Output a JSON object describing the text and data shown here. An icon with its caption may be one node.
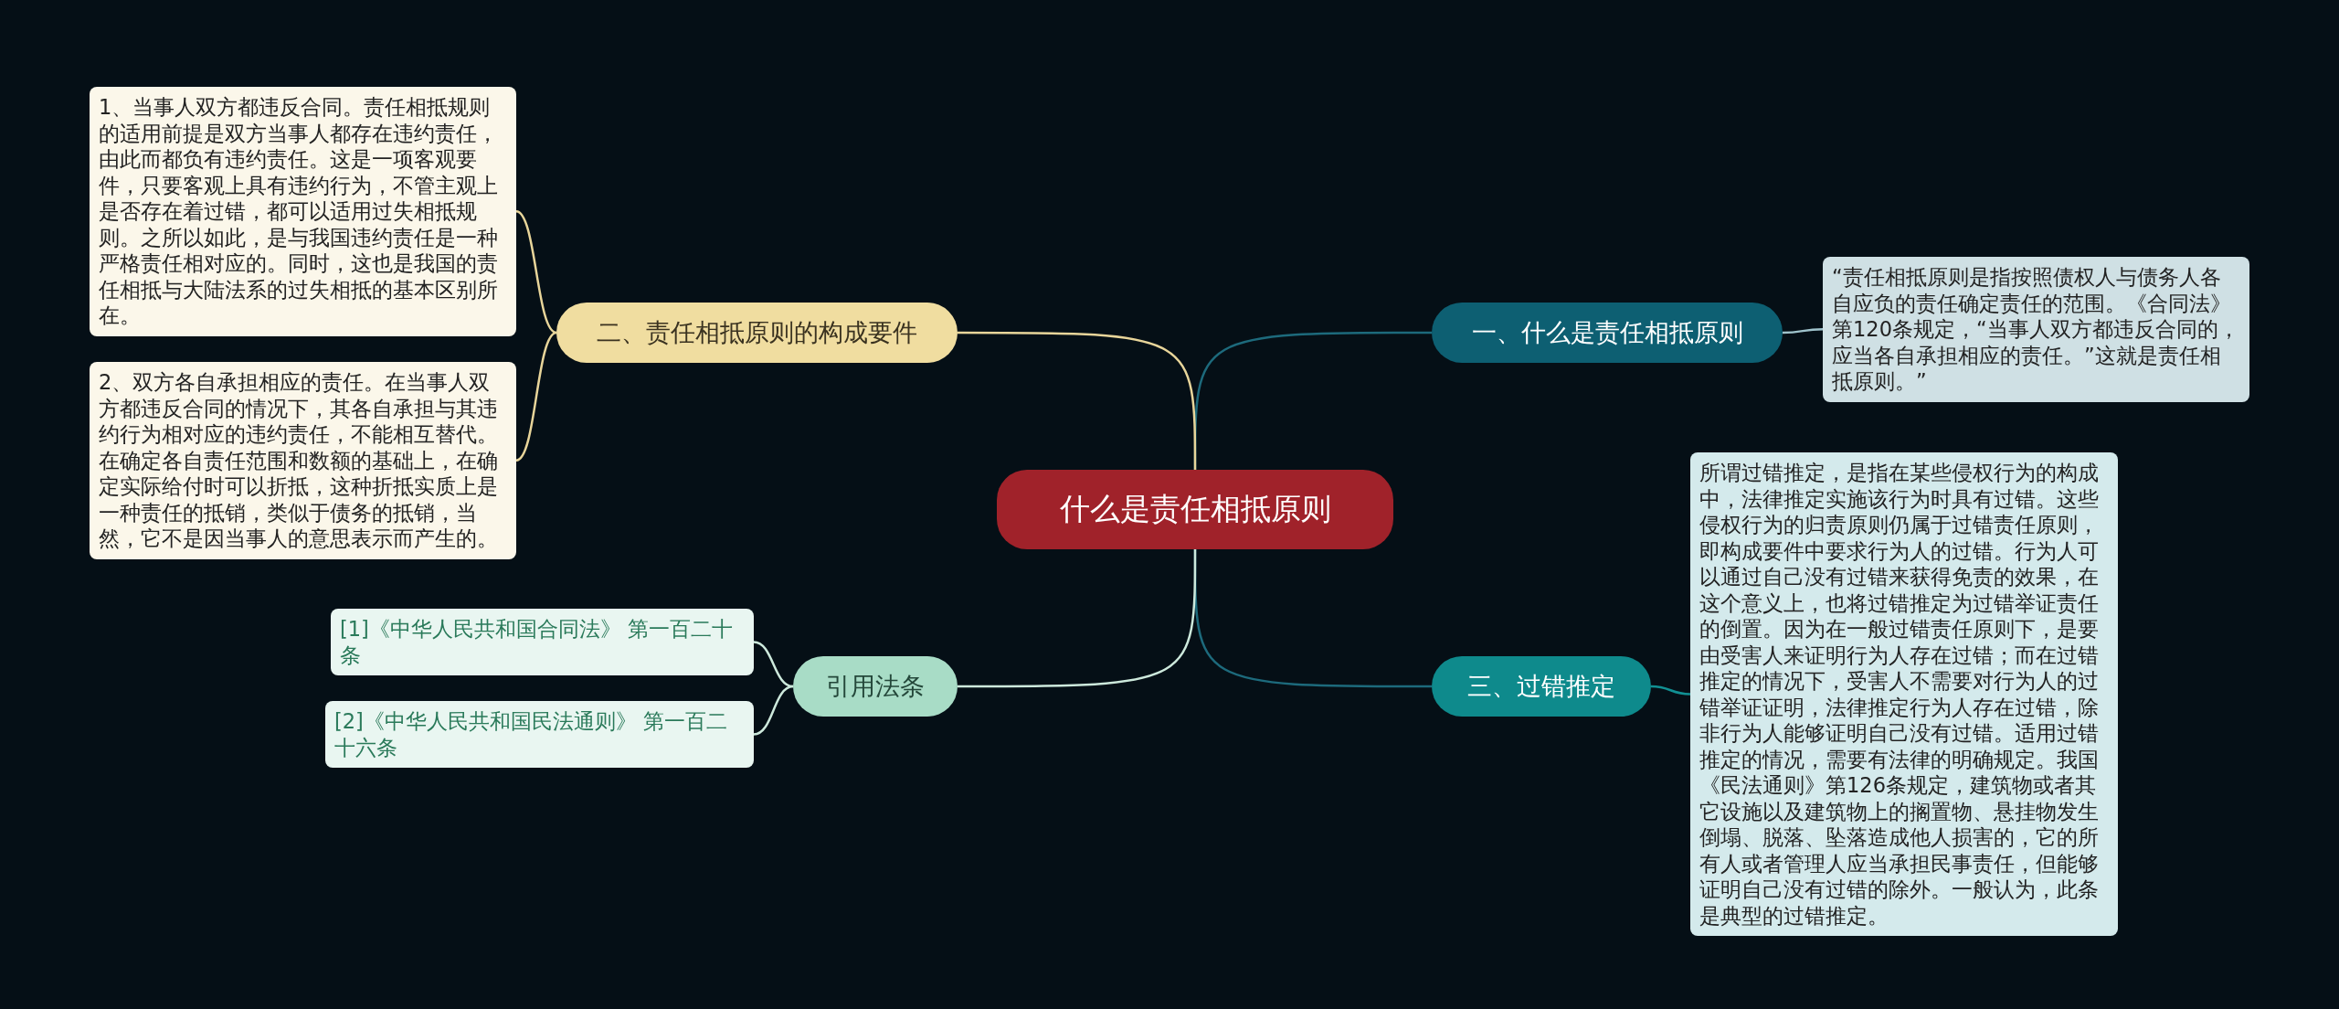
{
  "diagram": {
    "nodes": [
      {
        "text": [
          "什么是责任相抵原则"
        ]
      },
      {
        "text": [
          "一、什么是责任相抵原则"
        ]
      },
      {
        "text": [
          "“责任相抵原则是指按照债权人与债务人各自应负的责任确定责任的范围。《合同法》第120条规定，“当事人双方都违反合同的，应当各自承担相应的责任。”这就是责任相抵原则。”"
        ]
      },
      {
        "text": [
          "三、过错推定"
        ]
      },
      {
        "text": [
          "所谓过错推定，是指在某些侵权行为的构成中，法律推定实施该行为时具有过错。这些侵权行为的归责原则仍属于过错责任原则，即构成要件中要求行为人的过错。行为人可以通过自己没有过错来获得免责的效果，在这个意义上，也将过错推定为过错举证责任的倒置。因为在一般过错责任原则下，是要由受害人来证明行为人存在过错；而在过错推定的情况下，受害人不需要对行为人的过错举证证明，法律推定行为人存在过错，除非行为人能够证明自己没有过错。适用过错推定的情况，需要有法律的明确规定。我国《民法通则》第126条规定，建筑物或者其它设施以及建筑物上的搁置物、悬挂物发生倒塌、脱落、坠落造成他人损害的，它的所有人或者管理人应当承担民事责任，但能够证明自己没有过错的除外。一般认为，此条是典型的过错推定。"
        ]
      },
      {
        "text": [
          "二、责任相抵原则的构成要件"
        ]
      },
      {
        "text": [
          "1、当事人双方都违反合同。责任相抵规则的适用前提是双方当事人都存在违约责任，由此而都负有违约责任。这是一项客观要件，只要客观上具有违约行为，不管主观上是否存在着过错，都可以适用过失相抵规则。之所以如此，是与我国违约责任是一种严格责任相对应的。同时，这也是我国的责任相抵与大陆法系的过失相抵的基本区别所在。"
        ]
      },
      {
        "text": [
          "2、双方各自承担相应的责任。在当事人双方都违反合同的情况下，其各自承担与其违约行为相对应的违约责任，不能相互替代。在确定各自责任范围和数额的基础上，在确定实际给付时可以折抵，这种折抵实质上是一种责任的抵销，类似于债务的抵销，当然，它不是因当事人的意思表示而产生的。"
        ]
      },
      {
        "text": [
          "引用法条"
        ]
      },
      {
        "text": [
          "[1]《中华人民共和国合同法》 第一百二十条"
        ]
      },
      {
        "text": [
          "[2]《中华人民共和国民法通则》 第一百二十六条"
        ]
      }
    ],
    "edges": [
      {
        "from": 0,
        "to": 1,
        "arrow": "none",
        "color": "#1d6a7c"
      },
      {
        "from": 1,
        "to": 2,
        "arrow": "none",
        "color": "#9fc3cc"
      },
      {
        "from": 0,
        "to": 3,
        "arrow": "none",
        "color": "#1d6a7c"
      },
      {
        "from": 3,
        "to": 4,
        "arrow": "none",
        "color": "#119093"
      },
      {
        "from": 0,
        "to": 5,
        "arrow": "none",
        "color": "#e8d59a"
      },
      {
        "from": 5,
        "to": 6,
        "arrow": "none",
        "color": "#e8d59a"
      },
      {
        "from": 5,
        "to": 7,
        "arrow": "none",
        "color": "#e8d59a"
      },
      {
        "from": 0,
        "to": 8,
        "arrow": "none",
        "color": "#cde9dc"
      },
      {
        "from": 8,
        "to": 9,
        "arrow": "none",
        "color": "#cde9dc"
      },
      {
        "from": 8,
        "to": 10,
        "arrow": "none",
        "color": "#cde9dc"
      }
    ]
  }
}
